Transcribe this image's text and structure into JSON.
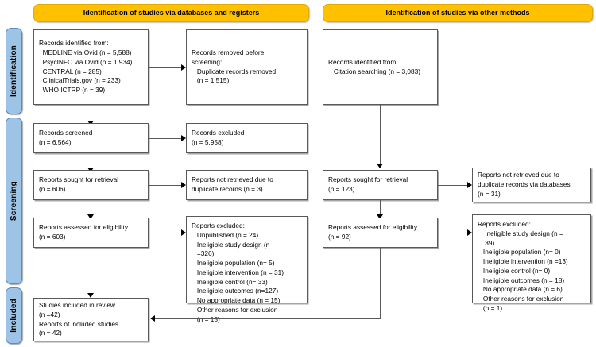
{
  "colors": {
    "header_banner": "#FFC000",
    "stage_bar": "#9DC3E6",
    "box_border": "#595959",
    "connector": "#595959",
    "background": "#FFFFFF"
  },
  "stages": [
    {
      "label": "Identification"
    },
    {
      "label": "Screening"
    },
    {
      "label": "Included"
    }
  ],
  "columns": [
    {
      "header": "Identification of studies via databases and registers"
    },
    {
      "header": "Identification of studies via other methods"
    }
  ],
  "boxes": {
    "records_identified_db": "Records identified from:\n  MEDLINE via Ovid (n = 5,588)\n  PsycINFO via Ovid (n = 1,934)\n  CENTRAL (n = 285)\n  ClinicalTrials.gov (n = 233)\n  WHO ICTRP (n = 39)",
    "records_removed": "Records removed before\nscreening:\n   Duplicate records removed\n   (n = 1,515)",
    "records_identified_other": "Records identified from:\n   Citation searching (n = 3,083)",
    "records_screened": "Records screened\n(n = 6,564)",
    "records_excluded": "Records excluded\n(n = 5,958)",
    "reports_sought_db": "Reports sought for retrieval\n(n = 606)",
    "reports_not_retrieved_db": "Reports not retrieved due to\nduplicate records (n = 3)",
    "reports_sought_other": "Reports sought for retrieval\n(n = 123)",
    "reports_not_retrieved_other": "Reports not retrieved due to\nduplicate records via databases\n(n = 31)",
    "reports_assessed_db": "Reports assessed for eligibility\n(n = 603)",
    "reports_excluded_db": "Reports excluded:\n   Unpublished (n = 24)\n   Ineligible study design (n\n   =326)\n   Ineligible population (n= 5)\n   Ineligible intervention (n = 31)\n   Ineligible control (n= 33)\n   Ineligible outcomes (n=127)\n   No appropriate data (n = 15)\n   Other reasons for exclusion\n   (n = 15)",
    "reports_assessed_other": "Reports assessed for eligibility\n(n = 92)",
    "reports_excluded_other": "Reports excluded:\n    Ineligible study design (n =\n    39)\n   Ineligible population (n= 0)\n   Ineligible intervention (n =13)\n   Ineligible control (n= 0)\n   Ineligible outcomes (n = 18)\n   No appropriate data (n = 6)\n   Other reasons for exclusion\n   (n = 1)",
    "studies_included": "Studies included in review\n(n =42)\nReports of included studies\n(n = 42)"
  },
  "flow_data": {
    "type": "prisma-flow-diagram",
    "databases_and_registers": {
      "records_identified": {
        "MEDLINE via Ovid": 5588,
        "PsycINFO via Ovid": 1934,
        "CENTRAL": 285,
        "ClinicalTrials.gov": 233,
        "WHO ICTRP": 39
      },
      "duplicate_records_removed": 1515,
      "records_screened": 6564,
      "records_excluded": 5958,
      "reports_sought_for_retrieval": 606,
      "reports_not_retrieved": 3,
      "reports_assessed_for_eligibility": 603,
      "reports_excluded": {
        "Unpublished": 24,
        "Ineligible study design": 326,
        "Ineligible population": 5,
        "Ineligible intervention": 31,
        "Ineligible control": 33,
        "Ineligible outcomes": 127,
        "No appropriate data": 15,
        "Other reasons for exclusion": 15
      }
    },
    "other_methods": {
      "records_identified": {
        "Citation searching": 3083
      },
      "reports_sought_for_retrieval": 123,
      "reports_not_retrieved": 31,
      "reports_assessed_for_eligibility": 92,
      "reports_excluded": {
        "Ineligible study design": 39,
        "Ineligible population": 0,
        "Ineligible intervention": 13,
        "Ineligible control": 0,
        "Ineligible outcomes": 18,
        "No appropriate data": 6,
        "Other reasons for exclusion": 1
      }
    },
    "included": {
      "studies_included_in_review": 42,
      "reports_of_included_studies": 42
    }
  }
}
